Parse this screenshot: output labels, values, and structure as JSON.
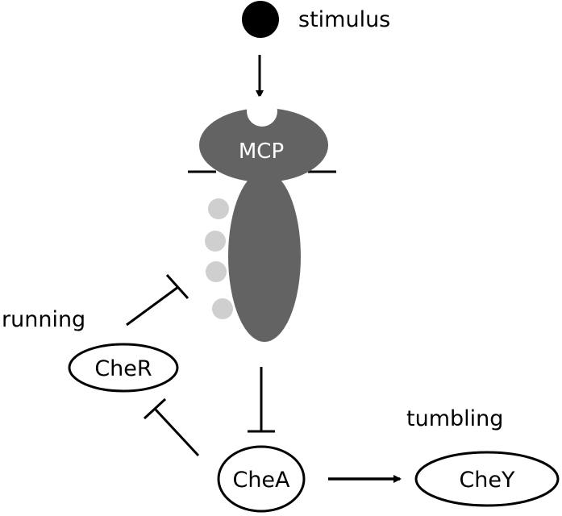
{
  "labels": {
    "stimulus": "stimulus",
    "receptor": "MCP",
    "running": "running",
    "tumbling": "tumbling",
    "cher": "CheR",
    "chea": "CheA",
    "chey": "CheY"
  },
  "colors": {
    "receptor": "#636363",
    "methyl_sites": "#cfcfcf",
    "ink": "#000000",
    "background": "#ffffff"
  },
  "edges": [
    {
      "from": "stimulus",
      "to": "receptor",
      "kind": "activation"
    },
    {
      "from": "receptor",
      "to": "chea",
      "kind": "inhibition"
    },
    {
      "from": "chea",
      "to": "chey",
      "kind": "activation"
    },
    {
      "from": "chea",
      "to": "cher",
      "kind": "inhibition"
    },
    {
      "from": "cher",
      "to": "receptor",
      "kind": "inhibition"
    }
  ]
}
